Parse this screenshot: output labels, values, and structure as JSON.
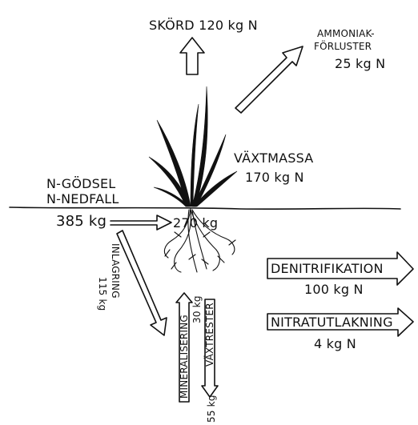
{
  "labels": {
    "harvest": "SKÖRD 120 kg N",
    "ammonia_line1": "AMMONIAK-",
    "ammonia_line2": "FÖRLUSTER",
    "ammonia_value": "25 kg N",
    "plant_mass": "VÄXTMASSA",
    "plant_mass_value": "170 kg N",
    "fertilizer": "N-GÖDSEL",
    "deposition": "N-NEDFALL",
    "input_value": "385 kg",
    "uptake_value": "270 kg",
    "storage_word": "INLAGRING",
    "storage_value": "115 kg",
    "mineralization": "MINERALISERING",
    "mineralization_value": "30 kg",
    "plant_residues": "VÄXTRESTER",
    "plant_residues_value": "55 kg",
    "denitrification": "DENITRIFIKATION",
    "denitrification_value": "100 kg N",
    "nitrate_leaching": "NITRATUTLAKNING",
    "nitrate_leaching_value": "4 kg N"
  },
  "colors": {
    "ink": "#111111",
    "background": "#ffffff"
  }
}
